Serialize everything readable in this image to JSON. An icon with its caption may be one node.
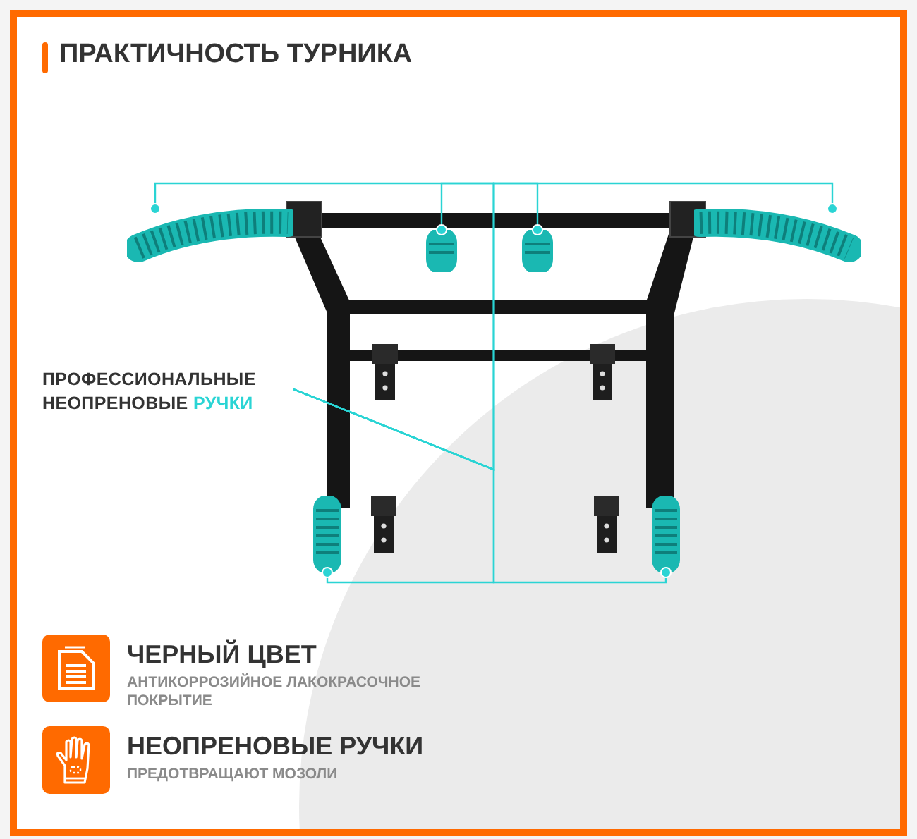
{
  "diagram": {
    "title": "ПРАКТИЧНОСТЬ ТУРНИКА",
    "nodes": [
      {
        "text": [
          "ПРОФЕССИОНАЛЬНЫЕ НЕОПРЕНОВЫЕ РУЧКИ"
        ]
      },
      {
        "text": [],
        "shape": "picture"
      },
      {
        "text": [],
        "shape": "picture"
      },
      {
        "text": [],
        "shape": "picture"
      },
      {
        "text": [],
        "shape": "picture"
      },
      {
        "text": [],
        "shape": "picture"
      },
      {
        "text": [],
        "shape": "picture"
      }
    ],
    "edges": [
      {
        "from": 0,
        "to": 1,
        "arrow": "other"
      },
      {
        "from": 0,
        "to": 2,
        "arrow": "other"
      },
      {
        "from": 0,
        "to": 3,
        "arrow": "other"
      },
      {
        "from": 0,
        "to": 4,
        "arrow": "other"
      },
      {
        "from": 0,
        "to": 5,
        "arrow": "other"
      },
      {
        "from": 0,
        "to": 6,
        "arrow": "other"
      }
    ],
    "labels": [
      "ЧЕРНЫЙ ЦВЕТ",
      "АНТИКОРРОЗИЙНОЕ ЛАКОКРАСОЧНОЕ ПОКРЫТИЕ",
      "НЕОПРЕНОВЫЕ РУЧКИ",
      "ПРЕДОТВРАЩАЮТ МОЗОЛИ"
    ]
  }
}
